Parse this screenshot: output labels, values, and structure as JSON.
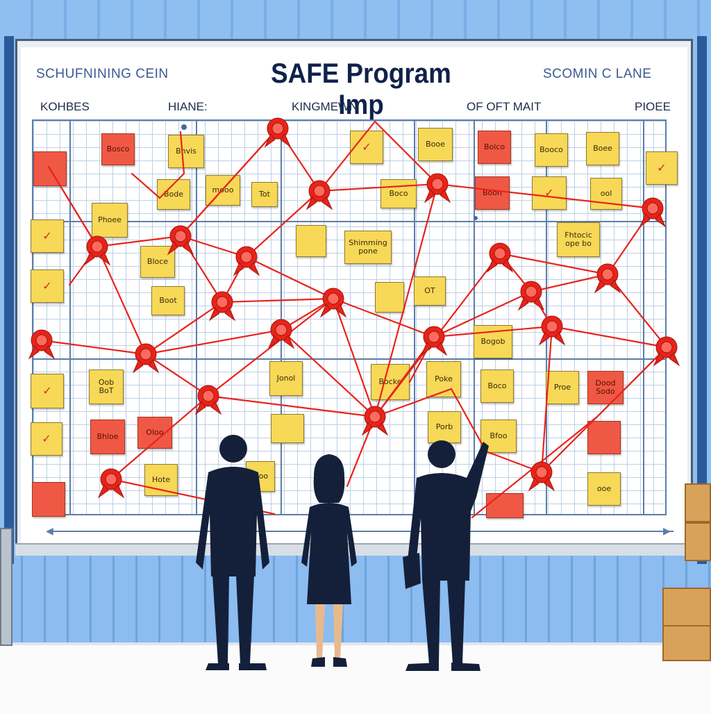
{
  "board": {
    "title": "SAFE Program Imp",
    "header_left": "SCHUFNINING CEIN",
    "header_right": "SCOMIN C LANE",
    "lane_labels": [
      "KOHBES",
      "HIANE:",
      "KINGMEWN",
      "OF OFT MAIT",
      "PIOEE"
    ]
  },
  "notes": [
    {
      "text": "Bosco",
      "color": "r"
    },
    {
      "text": "Bnvis",
      "color": "y"
    },
    {
      "text": "✓",
      "color": "y"
    },
    {
      "text": "Booe",
      "color": "y"
    },
    {
      "text": "Bolco",
      "color": "r"
    },
    {
      "text": "Booco",
      "color": "y"
    },
    {
      "text": "Boee",
      "color": "y"
    },
    {
      "text": "",
      "color": "r"
    },
    {
      "text": "Bode",
      "color": "y"
    },
    {
      "text": "mooo",
      "color": "y"
    },
    {
      "text": "Tot",
      "color": "y"
    },
    {
      "text": "Boco",
      "color": "y"
    },
    {
      "text": "Boon",
      "color": "r"
    },
    {
      "text": "✓",
      "color": "y"
    },
    {
      "text": "ool",
      "color": "y"
    },
    {
      "text": "Phoee",
      "color": "y"
    },
    {
      "text": "✓",
      "color": "y"
    },
    {
      "text": "",
      "color": "y"
    },
    {
      "text": "Shimming pone",
      "color": "y"
    },
    {
      "text": "Fhtocic ope bo",
      "color": "y"
    },
    {
      "text": "✓",
      "color": "y"
    },
    {
      "text": "Bloce",
      "color": "y"
    },
    {
      "text": "Boot",
      "color": "y"
    },
    {
      "text": "OT",
      "color": "y"
    },
    {
      "text": "",
      "color": "y"
    },
    {
      "text": "Bogob",
      "color": "y"
    },
    {
      "text": "✓",
      "color": "y"
    },
    {
      "text": "Oob BoT",
      "color": "y"
    },
    {
      "text": "Jonol",
      "color": "y"
    },
    {
      "text": "Bocke",
      "color": "y"
    },
    {
      "text": "Poke",
      "color": "y"
    },
    {
      "text": "Boco",
      "color": "y"
    },
    {
      "text": "Proe",
      "color": "y"
    },
    {
      "text": "Dood Sodo",
      "color": "r"
    },
    {
      "text": "✓",
      "color": "y"
    },
    {
      "text": "Bhloe",
      "color": "r"
    },
    {
      "text": "Oloo",
      "color": "r"
    },
    {
      "text": "",
      "color": "y"
    },
    {
      "text": "Porb",
      "color": "y"
    },
    {
      "text": "Bfoo",
      "color": "y"
    },
    {
      "text": "",
      "color": "r"
    },
    {
      "text": "",
      "color": "r"
    },
    {
      "text": "Hote",
      "color": "y"
    },
    {
      "text": "Ooo",
      "color": "y"
    },
    {
      "text": "ooe",
      "color": "y"
    },
    {
      "text": "",
      "color": "r"
    }
  ],
  "colors": {
    "wall": "#8fbef0",
    "note_yellow": "#f7d857",
    "note_red": "#ef5844",
    "string_red": "#e8231a",
    "suit": "#14203a"
  }
}
